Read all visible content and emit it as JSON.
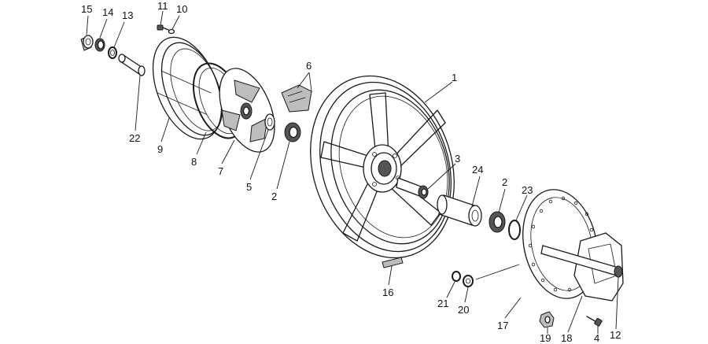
{
  "callouts": [
    {
      "id": "c15",
      "text": "15"
    },
    {
      "id": "c14",
      "text": "14"
    },
    {
      "id": "c13",
      "text": "13"
    },
    {
      "id": "c11",
      "text": "11"
    },
    {
      "id": "c10",
      "text": "10"
    },
    {
      "id": "c6",
      "text": "6"
    },
    {
      "id": "c1",
      "text": "1"
    },
    {
      "id": "c22",
      "text": "22"
    },
    {
      "id": "c9",
      "text": "9"
    },
    {
      "id": "c8",
      "text": "8"
    },
    {
      "id": "c7",
      "text": "7"
    },
    {
      "id": "c5",
      "text": "5"
    },
    {
      "id": "c2a",
      "text": "2"
    },
    {
      "id": "c3",
      "text": "3"
    },
    {
      "id": "c24",
      "text": "24"
    },
    {
      "id": "c2b",
      "text": "2"
    },
    {
      "id": "c23",
      "text": "23"
    },
    {
      "id": "c16",
      "text": "16"
    },
    {
      "id": "c21",
      "text": "21"
    },
    {
      "id": "c20",
      "text": "20"
    },
    {
      "id": "c17",
      "text": "17"
    },
    {
      "id": "c19",
      "text": "19"
    },
    {
      "id": "c18",
      "text": "18"
    },
    {
      "id": "c4",
      "text": "4"
    },
    {
      "id": "c12",
      "text": "12"
    }
  ]
}
